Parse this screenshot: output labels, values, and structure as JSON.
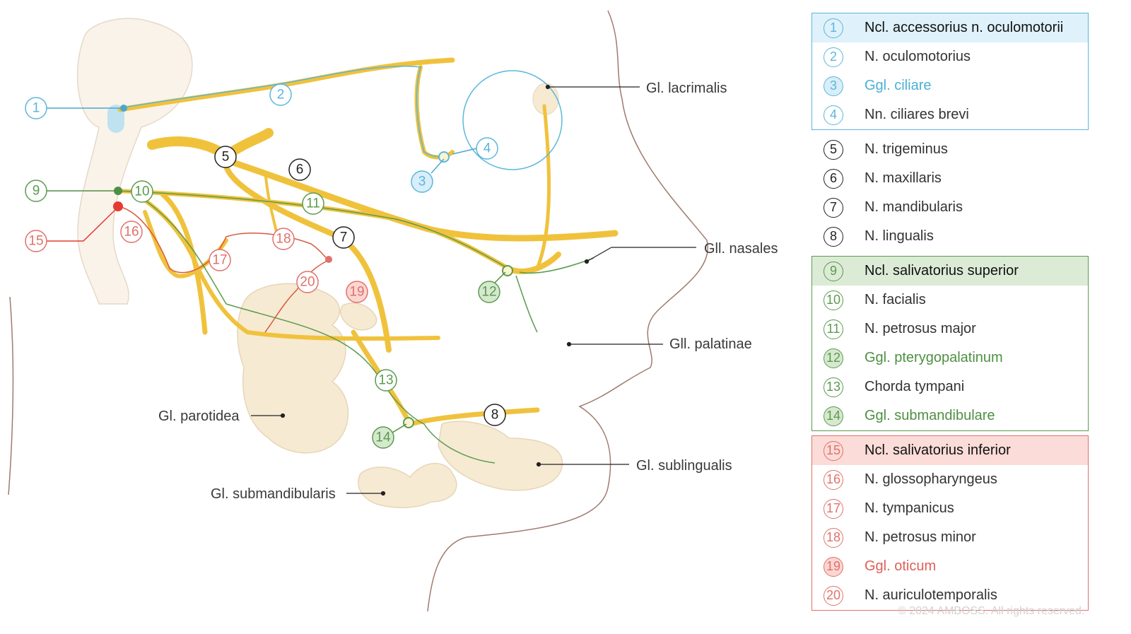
{
  "diagram_labels": {
    "lacrimalis": "Gl. lacrimalis",
    "nasales": "Gll. nasales",
    "palatinae": "Gll. palatinae",
    "parotidea": "Gl. parotidea",
    "sublingualis": "Gl. sublingualis",
    "submandibularis": "Gl. submandibularis"
  },
  "legend": {
    "blue": [
      {
        "num": "1",
        "label": "Ncl. accessorius n. oculomotorii"
      },
      {
        "num": "2",
        "label": "N. oculomotorius"
      },
      {
        "num": "3",
        "label": "Ggl. ciliare"
      },
      {
        "num": "4",
        "label": "Nn. ciliares brevi"
      }
    ],
    "black": [
      {
        "num": "5",
        "label": "N. trigeminus"
      },
      {
        "num": "6",
        "label": "N. maxillaris"
      },
      {
        "num": "7",
        "label": "N. mandibularis"
      },
      {
        "num": "8",
        "label": "N. lingualis"
      }
    ],
    "green": [
      {
        "num": "9",
        "label": "Ncl. salivatorius superior"
      },
      {
        "num": "10",
        "label": "N. facialis"
      },
      {
        "num": "11",
        "label": "N. petrosus major"
      },
      {
        "num": "12",
        "label": "Ggl. pterygopalatinum"
      },
      {
        "num": "13",
        "label": "Chorda tympani"
      },
      {
        "num": "14",
        "label": "Ggl. submandibulare"
      }
    ],
    "red": [
      {
        "num": "15",
        "label": "Ncl. salivatorius inferior"
      },
      {
        "num": "16",
        "label": "N. glossopharyngeus"
      },
      {
        "num": "17",
        "label": "N. tympanicus"
      },
      {
        "num": "18",
        "label": "N. petrosus minor"
      },
      {
        "num": "19",
        "label": "Ggl. oticum"
      },
      {
        "num": "20",
        "label": "N. auriculotemporalis"
      }
    ]
  },
  "copyright": "© 2024 AMBOSS. All rights reserved.",
  "colors": {
    "blue": "#5bb7da",
    "green": "#5a9b4e",
    "red": "#e0716a",
    "nerve": "#f0c23c",
    "gland": "#f6ead2"
  }
}
